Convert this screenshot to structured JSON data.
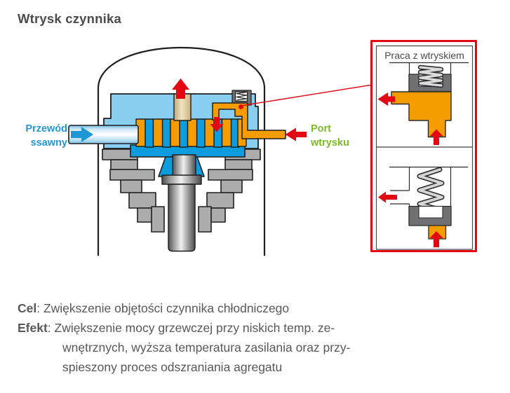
{
  "page": {
    "title": "Wtrysk czynnika"
  },
  "diagram": {
    "suction_label": {
      "line1": "Przewód",
      "line2": "ssawny"
    },
    "injection_label": {
      "line1": "Port",
      "line2": "wtrysku"
    },
    "inset": {
      "title": "Praca z wtryskiem"
    }
  },
  "caption": {
    "lines": [
      {
        "label": "Cel",
        "text": ": Zwiększenie objętości czynnika chłodniczego"
      },
      {
        "label": "Efekt",
        "text": ": Zwiększenie mocy grzewczej przy niskich temp. ze-"
      },
      {
        "label": "",
        "text": "wnętrznych, wyższa temperatura zasilania oraz przy-"
      },
      {
        "label": "",
        "text": "spieszony proces odszraniania agregatu"
      }
    ]
  },
  "icons": {
    "suction_arrow": "→",
    "discharge_arrow": "↑",
    "injection_down_arrow": "↓",
    "injection_port_arrow": "←",
    "inset_outlet_arrow": "←",
    "inset_inlet_arrow": "↑"
  },
  "colors": {
    "red": "#E30613",
    "orange": "#F59C00",
    "light_blue": "#87CEF0",
    "bright_blue": "#0D9DDE",
    "arrow_blue": "#1E97D4",
    "label_blue": "#2796D5",
    "label_green": "#7DBA28",
    "gray_metal": "#ACACAC",
    "dark_gray": "#717174",
    "text_dark": "#4B4B4D",
    "text_body": "#57585C"
  }
}
